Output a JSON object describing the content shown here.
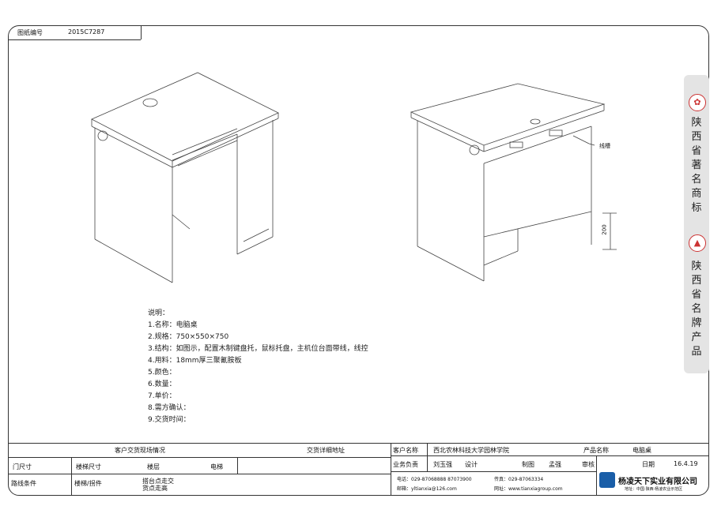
{
  "header": {
    "drawing_no_label": "图纸编号",
    "drawing_no": "2015C7287"
  },
  "drawing": {
    "dimension_note": "线槽",
    "dim_value": "200"
  },
  "notes": [
    "说明：",
    "1.名称：电脑桌",
    "2.规格：750×550×750",
    "3.结构：如图示，配置木制键盘托，鼠标托盘，主机位台面带线，线控",
    "4.用料：18mm厚三聚氰胺板",
    "5.颜色：",
    "6.数量：",
    "7.单价：",
    "8.需方确认：",
    "9.交货时间："
  ],
  "side_banner": {
    "text1": [
      "陕",
      "西",
      "省",
      "著",
      "名",
      "商",
      "标"
    ],
    "text2": [
      "陕",
      "西",
      "省",
      "名",
      "牌",
      "产",
      "品"
    ]
  },
  "title_block": {
    "site_status": "客户交货现场情况",
    "delivery_addr": "交货详细地址",
    "door_size": "门尺寸",
    "stair_size": "楼梯尺寸",
    "floor": "楼层",
    "elevator": "电梯",
    "route": "路线条件",
    "stair_corner": "楼梯/拐件",
    "ship_note1": "搭台点走交",
    "ship_note2": "货点走高",
    "customer_label": "客户名称",
    "customer": "西北农林科技大学园林学院",
    "owner_label": "业务负责",
    "owner": "刘玉强",
    "design_label": "设计",
    "make_label": "制图",
    "maker": "孟强",
    "review_label": "审核",
    "product_label": "产品名称",
    "product": "电脑桌",
    "date_label": "日期",
    "date": "16.4.19",
    "phone": "电话：029-87068888  87073900",
    "fax": "传真：029-87063334",
    "email": "邮箱：yltianxia@126.com",
    "web": "网址：www.tianxiagroup.com",
    "company": "杨凌天下实业有限公司",
    "company_sub": "地址：中国·陕西·杨凌农业示范区"
  }
}
